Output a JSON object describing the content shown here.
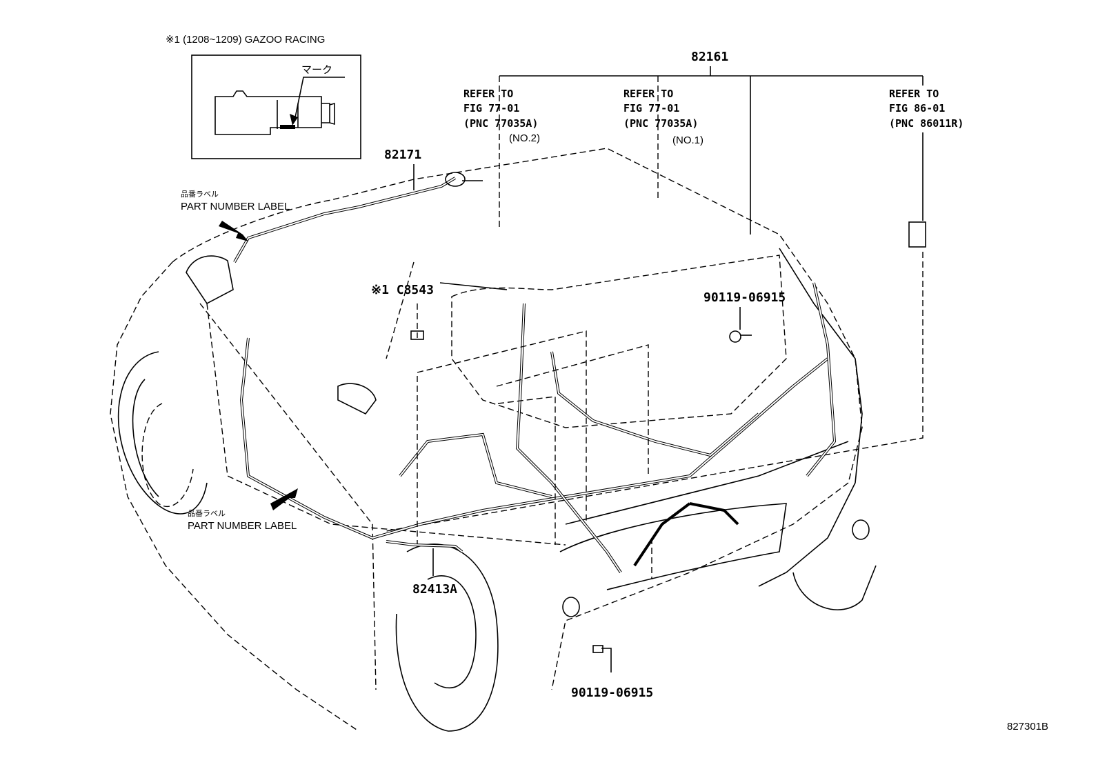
{
  "inset": {
    "title": "※1 (1208~1209) GAZOO RACING",
    "mark_label": "マーク"
  },
  "labels": {
    "part_number_label_jp": "品番ラベル",
    "part_number_label": "PART NUMBER LABEL",
    "part_number_label_jp_2": "品番ラベル",
    "part_number_label_2": "PART NUMBER LABEL"
  },
  "parts": {
    "p82171": "82171",
    "p82161": "82161",
    "c8543": "※1 C8543",
    "bolt_upper": "90119-06915",
    "bolt_lower": "90119-06915",
    "p82413a": "82413A"
  },
  "refs": [
    {
      "line1": "REFER TO",
      "line2": "FIG 77-01",
      "line3": "(PNC 77035A)",
      "note": "(NO.2)"
    },
    {
      "line1": "REFER TO",
      "line2": "FIG 77-01",
      "line3": "(PNC 77035A)",
      "note": "(NO.1)"
    },
    {
      "line1": "REFER TO",
      "line2": "FIG 86-01",
      "line3": "(PNC 86011R)"
    }
  ],
  "figure_id": "827301B"
}
